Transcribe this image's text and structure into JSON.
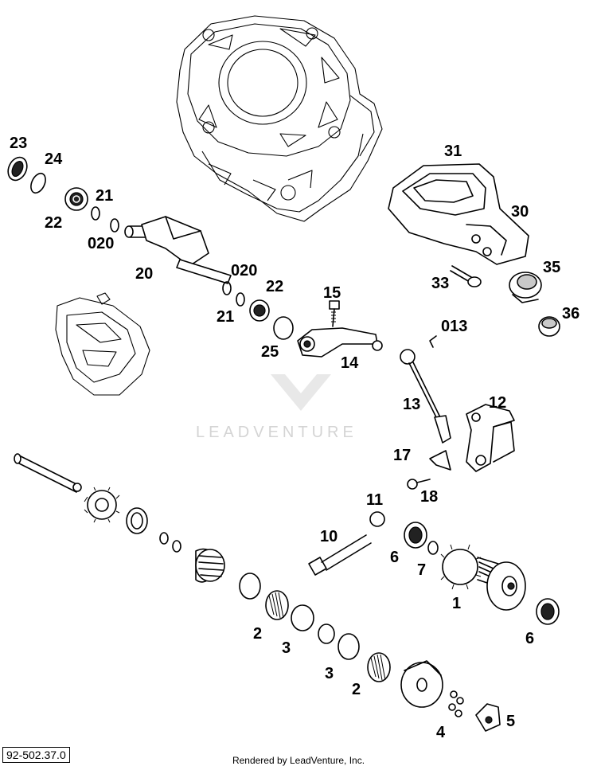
{
  "diagram": {
    "code": "92-502.37.0",
    "footer": "Rendered by LeadVenture, Inc.",
    "watermark": "LEADVENTURE",
    "part_labels": [
      "23",
      "24",
      "21",
      "22",
      "020",
      "20",
      "020",
      "22",
      "21",
      "25",
      "15",
      "14",
      "013",
      "31",
      "30",
      "35",
      "33",
      "36",
      "13",
      "12",
      "17",
      "18",
      "11",
      "10",
      "6",
      "7",
      "1",
      "6",
      "2",
      "3",
      "3",
      "2",
      "4",
      "5"
    ]
  }
}
